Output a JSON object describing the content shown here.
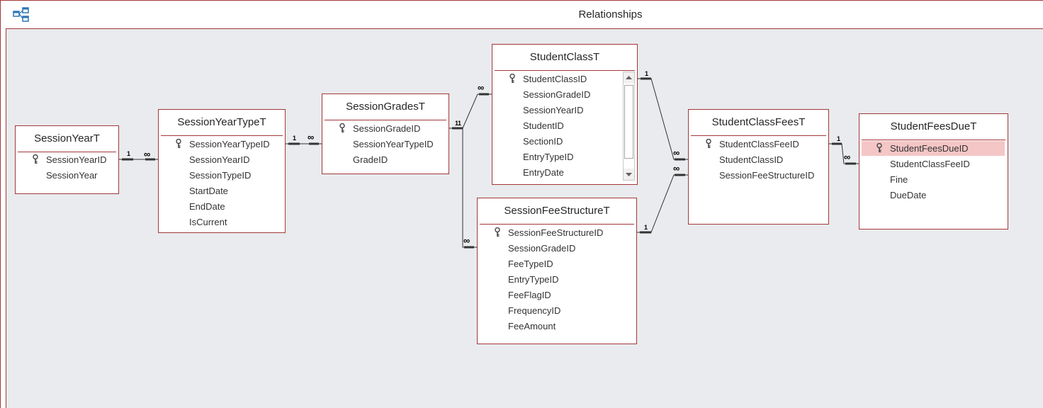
{
  "window": {
    "title": "Relationships",
    "icon": "relationships-icon",
    "accent_color": "#a4373a",
    "canvas_color": "#e9ebee"
  },
  "tables": [
    {
      "id": "sessionyeart",
      "name": "SessionYearT",
      "fields": [
        {
          "name": "SessionYearID",
          "key": true
        },
        {
          "name": "SessionYear",
          "key": false
        }
      ]
    },
    {
      "id": "sessionyeartypet",
      "name": "SessionYearTypeT",
      "fields": [
        {
          "name": "SessionYearTypeID",
          "key": true
        },
        {
          "name": "SessionYearID",
          "key": false
        },
        {
          "name": "SessionTypeID",
          "key": false
        },
        {
          "name": "StartDate",
          "key": false
        },
        {
          "name": "EndDate",
          "key": false
        },
        {
          "name": "IsCurrent",
          "key": false
        }
      ]
    },
    {
      "id": "sessiongradest",
      "name": "SessionGradesT",
      "fields": [
        {
          "name": "SessionGradeID",
          "key": true
        },
        {
          "name": "SessionYearTypeID",
          "key": false
        },
        {
          "name": "GradeID",
          "key": false
        }
      ]
    },
    {
      "id": "studentclasst",
      "name": "StudentClassT",
      "has_scrollbar": true,
      "fields": [
        {
          "name": "StudentClassID",
          "key": true
        },
        {
          "name": "SessionGradeID",
          "key": false
        },
        {
          "name": "SessionYearID",
          "key": false
        },
        {
          "name": "StudentID",
          "key": false
        },
        {
          "name": "SectionID",
          "key": false
        },
        {
          "name": "EntryTypeID",
          "key": false
        },
        {
          "name": "EntryDate",
          "key": false
        }
      ]
    },
    {
      "id": "sessionfeestructuret",
      "name": "SessionFeeStructureT",
      "fields": [
        {
          "name": "SessionFeeStructureID",
          "key": true
        },
        {
          "name": "SessionGradeID",
          "key": false
        },
        {
          "name": "FeeTypeID",
          "key": false
        },
        {
          "name": "EntryTypeID",
          "key": false
        },
        {
          "name": "FeeFlagID",
          "key": false
        },
        {
          "name": "FrequencyID",
          "key": false
        },
        {
          "name": "FeeAmount",
          "key": false
        }
      ]
    },
    {
      "id": "studentclassfeest",
      "name": "StudentClassFeesT",
      "fields": [
        {
          "name": "StudentClassFeeID",
          "key": true
        },
        {
          "name": "StudentClassID",
          "key": false
        },
        {
          "name": "SessionFeeStructureID",
          "key": false
        }
      ]
    },
    {
      "id": "studentfeesduet",
      "name": "StudentFeesDueT",
      "fields": [
        {
          "name": "StudentFeesDueID",
          "key": true,
          "selected": true
        },
        {
          "name": "StudentClassFeeID",
          "key": false
        },
        {
          "name": "Fine",
          "key": false
        },
        {
          "name": "DueDate",
          "key": false
        }
      ]
    }
  ],
  "relationships": [
    {
      "from": "SessionYearT",
      "to": "SessionYearTypeT",
      "one_label": "1",
      "many_label": "∞"
    },
    {
      "from": "SessionYearTypeT",
      "to": "SessionGradesT",
      "one_label": "1",
      "many_label": "∞"
    },
    {
      "from": "SessionGradesT",
      "to": "StudentClassT",
      "one_label": "1",
      "many_label": "∞"
    },
    {
      "from": "SessionGradesT",
      "to": "SessionFeeStructureT",
      "one_label": "1",
      "many_label": "∞"
    },
    {
      "from": "StudentClassT",
      "to": "StudentClassFeesT",
      "one_label": "1",
      "many_label": "∞"
    },
    {
      "from": "SessionFeeStructureT",
      "to": "StudentClassFeesT",
      "one_label": "1",
      "many_label": "∞"
    },
    {
      "from": "StudentClassFeesT",
      "to": "StudentFeesDueT",
      "one_label": "1",
      "many_label": "∞"
    }
  ]
}
